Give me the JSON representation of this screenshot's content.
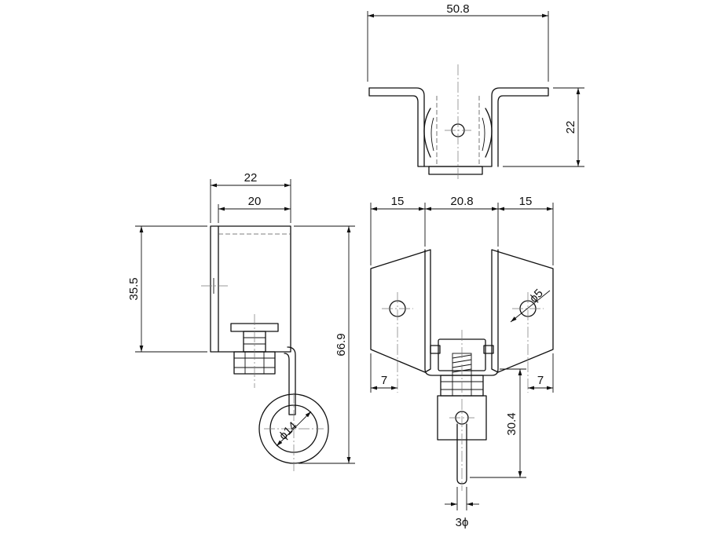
{
  "dimensions": {
    "top_width": "50.8",
    "top_height": "22",
    "front_left": "15",
    "front_middle": "20.8",
    "front_right": "15",
    "front_offset_left": "7",
    "front_offset_right": "7",
    "front_hole": "ϕ5",
    "front_pin_height": "30.4",
    "front_pin_diameter": "3ϕ",
    "side_width_outer": "22",
    "side_width_inner": "20",
    "side_height_bracket": "35.5",
    "side_height_total": "66.9",
    "side_ring_diameter": "ϕ14"
  }
}
